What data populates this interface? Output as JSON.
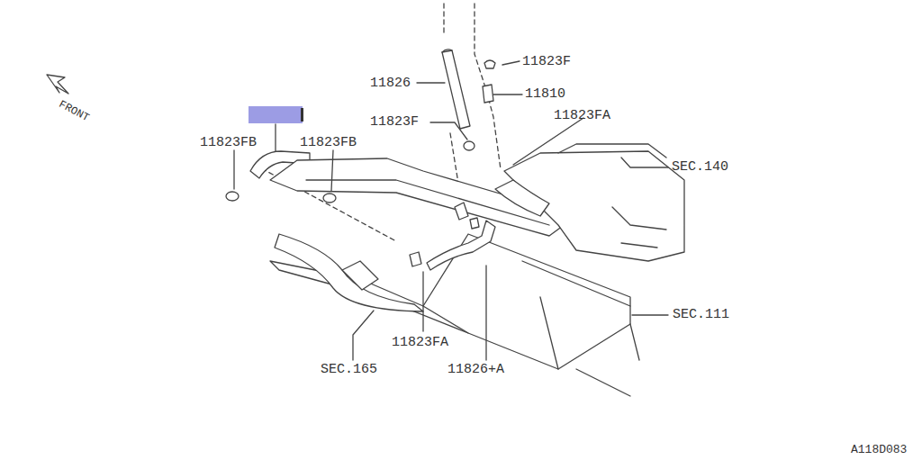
{
  "diagram": {
    "labels": [
      "FRONT",
      "11823F",
      "11826",
      "11810",
      "11823FA",
      "11823F",
      "11823FB",
      "11823FB",
      "SEC.140",
      "SEC.111",
      "11823FA",
      "SEC.165",
      "11826+A",
      "A118D083"
    ]
  }
}
